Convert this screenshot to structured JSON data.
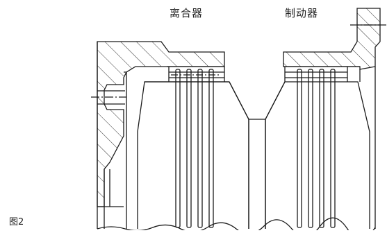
{
  "labels": {
    "clutch": "离合器",
    "brake": "制动器",
    "figure": "图2"
  },
  "colors": {
    "ink": "#1a1a1a",
    "hatch": "#333333",
    "background": "#ffffff"
  }
}
